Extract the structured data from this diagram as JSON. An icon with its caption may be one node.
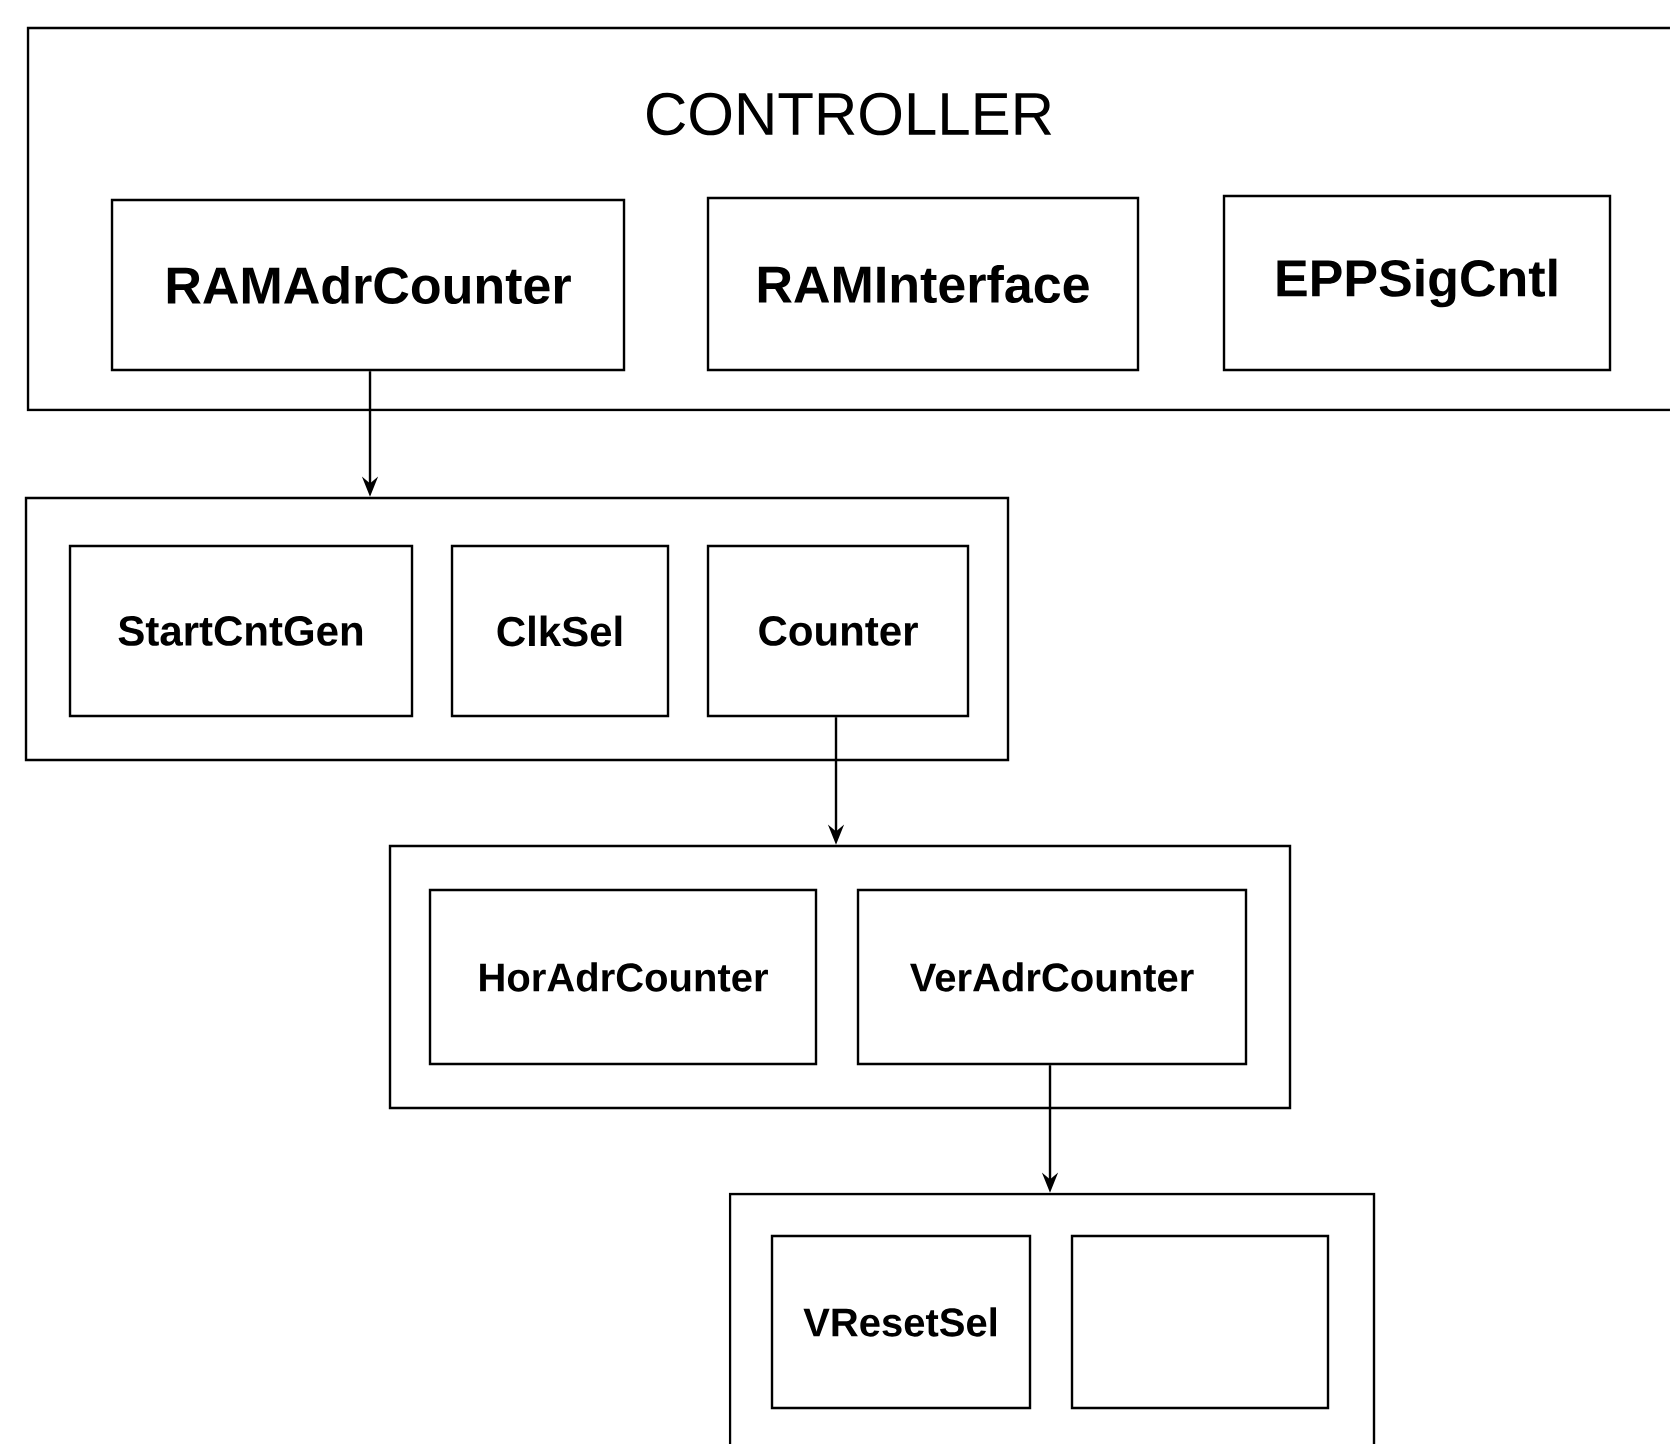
{
  "diagram": {
    "nodes": [
      {
        "text": [
          "CONTROLLER"
        ]
      },
      {
        "text": [
          "RAMAdrCounter"
        ],
        "in": 0
      },
      {
        "text": [
          "RAMInterface"
        ],
        "in": 0
      },
      {
        "text": [
          "EPPSigCntl"
        ],
        "in": 0
      },
      {
        "text": [],
        "shape": "box"
      },
      {
        "text": [
          "StartCntGen"
        ],
        "in": 4
      },
      {
        "text": [
          "ClkSel"
        ],
        "in": 4
      },
      {
        "text": [
          "Counter"
        ],
        "in": 4
      },
      {
        "text": [],
        "shape": "box"
      },
      {
        "text": [
          "HorAdrCounter"
        ],
        "in": 8
      },
      {
        "text": [
          "VerAdrCounter"
        ],
        "in": 8
      },
      {
        "text": [],
        "shape": "box"
      },
      {
        "text": [
          "VResetSel"
        ],
        "in": 11
      },
      {
        "text": [],
        "shape": "box",
        "in": 11
      }
    ],
    "edges": [
      {
        "from": 1,
        "to": 4,
        "arrow": "to"
      },
      {
        "from": 7,
        "to": 8,
        "arrow": "to"
      },
      {
        "from": 10,
        "to": 11,
        "arrow": "to"
      }
    ]
  }
}
